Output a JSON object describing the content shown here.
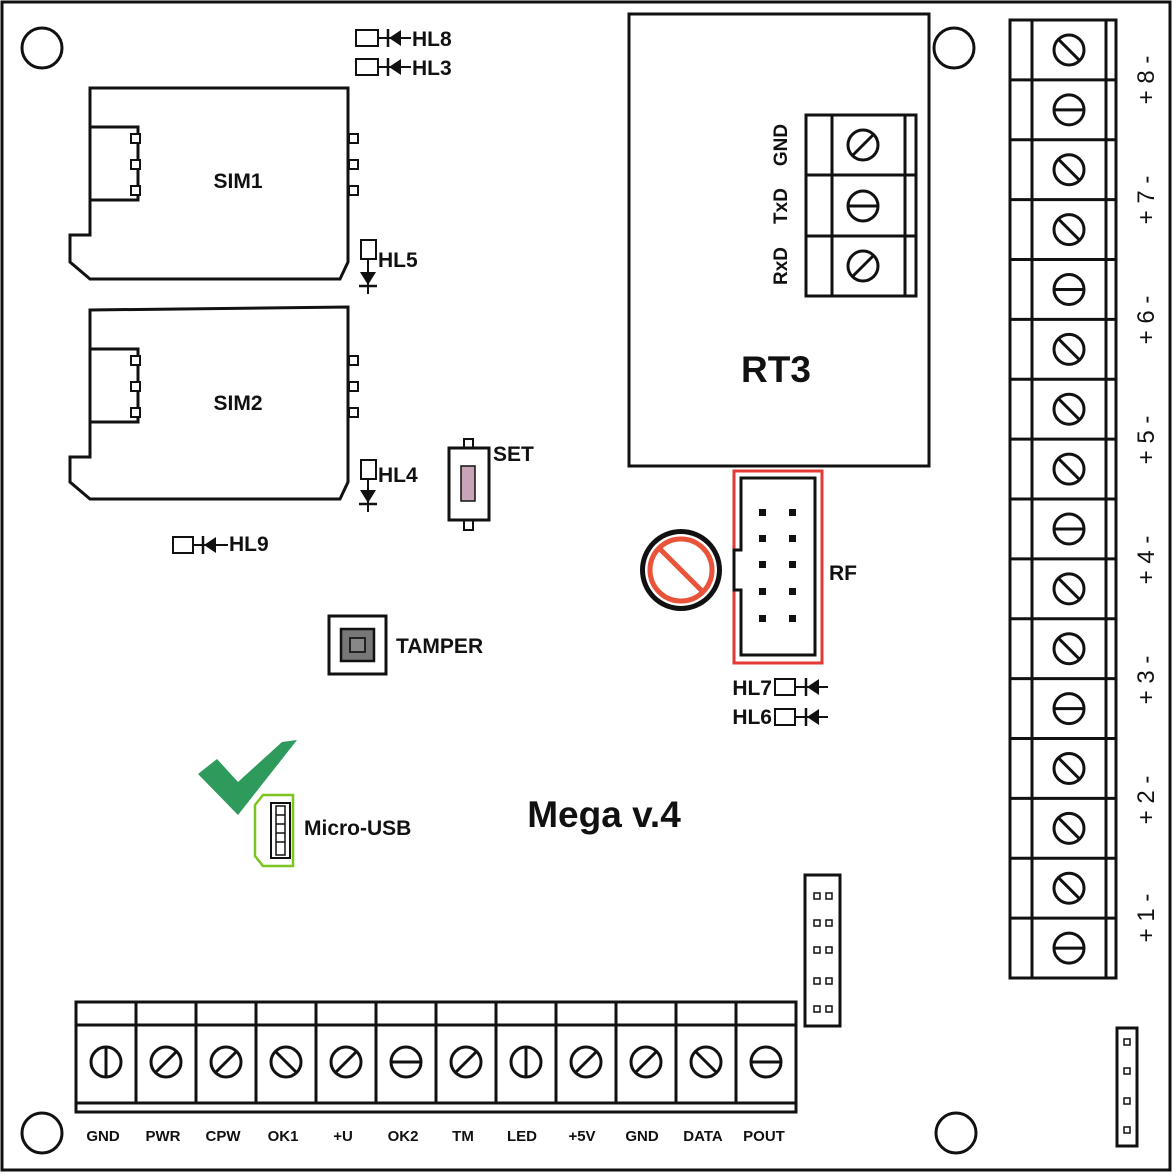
{
  "board": {
    "model": "Mega v.4"
  },
  "sim_slots": [
    {
      "label": "SIM1",
      "led": "HL5"
    },
    {
      "label": "SIM2",
      "led": "HL4"
    }
  ],
  "leds_top": [
    "HL8",
    "HL3"
  ],
  "led_hl9": "HL9",
  "buttons": {
    "set": "SET",
    "tamper": "TAMPER"
  },
  "module": {
    "label": "RT3",
    "pins": [
      "GND",
      "TxD",
      "RxD"
    ]
  },
  "rf_connector": {
    "label": "RF",
    "leds": [
      "HL7",
      "HL6"
    ],
    "status": "not-allowed-icon"
  },
  "usb": {
    "label": "Micro-USB",
    "status": "checkmark-icon"
  },
  "zones": [
    {
      "num": "8",
      "plus": "+",
      "minus": "-"
    },
    {
      "num": "7",
      "plus": "+",
      "minus": "-"
    },
    {
      "num": "6",
      "plus": "+",
      "minus": "-"
    },
    {
      "num": "5",
      "plus": "+",
      "minus": "-"
    },
    {
      "num": "4",
      "plus": "+",
      "minus": "-"
    },
    {
      "num": "3",
      "plus": "+",
      "minus": "-"
    },
    {
      "num": "2",
      "plus": "+",
      "minus": "-"
    },
    {
      "num": "1",
      "plus": "+",
      "minus": "-"
    }
  ],
  "bottom_terminals": [
    "GND",
    "PWR",
    "CPW",
    "OK1",
    "+U",
    "OK2",
    "TM",
    "LED",
    "+5V",
    "GND",
    "DATA",
    "POUT"
  ],
  "colors": {
    "rf_highlight": "#e53935",
    "check": "#2e9a5b",
    "usb_outline": "#7cc520",
    "forbid": "#e8533a",
    "set_button": "#c9a3b7"
  }
}
